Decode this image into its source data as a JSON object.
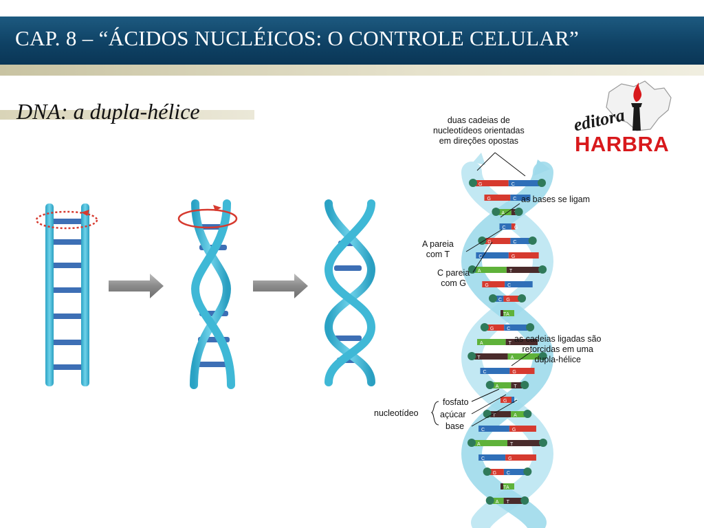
{
  "header": {
    "title": "CAP. 8 – “ÁCIDOS NUCLÉICOS: O CONTROLE CELULAR”"
  },
  "subtitle": "DNA: a dupla-hélice",
  "logo": {
    "script": "editora",
    "brand": "HARBRA"
  },
  "diagram": {
    "labels": {
      "two_chains": [
        "duas cadeias de",
        "nucleotídeos orientadas",
        "em direções opostas"
      ],
      "bases_link": "as bases se ligam",
      "a_pairs": [
        "A pareia",
        "com T"
      ],
      "c_pairs": [
        "C pareia",
        "com G"
      ],
      "twisted": [
        "as cadeias ligadas são",
        "retorcidas em uma",
        "dupla-hélice"
      ],
      "nucleotide": "nucleotídeo",
      "phosphate": "fosfato",
      "sugar": "açúcar",
      "base": "base"
    },
    "base_pairs": [
      [
        "G",
        "C"
      ],
      [
        "G",
        "C"
      ],
      [
        "A",
        "T"
      ],
      [
        "C",
        "G"
      ],
      [
        "G",
        "C"
      ],
      [
        "C",
        "G"
      ],
      [
        "A",
        "T"
      ],
      [
        "G",
        "C"
      ],
      [
        "C",
        "G"
      ],
      [
        "T",
        "A"
      ],
      [
        "G",
        "C"
      ],
      [
        "A",
        "T"
      ],
      [
        "T",
        "A"
      ],
      [
        "C",
        "G"
      ],
      [
        "A",
        "T"
      ],
      [
        "G",
        "C"
      ],
      [
        "T",
        "A"
      ],
      [
        "C",
        "G"
      ],
      [
        "A",
        "T"
      ],
      [
        "C",
        "G"
      ],
      [
        "G",
        "C"
      ],
      [
        "T",
        "A"
      ],
      [
        "A",
        "T"
      ]
    ]
  },
  "colors": {
    "header_bg": "#0f4265",
    "helix_blue": "#3fb8d6",
    "rung_blue": "#3d6fb5",
    "arrow_gray": "#8a8a8a",
    "base_red": "#d63a2f",
    "base_green": "#5fb23a",
    "base_blue": "#2f6fb8",
    "base_dark": "#4a2b2b",
    "logo_red": "#d8191c"
  }
}
